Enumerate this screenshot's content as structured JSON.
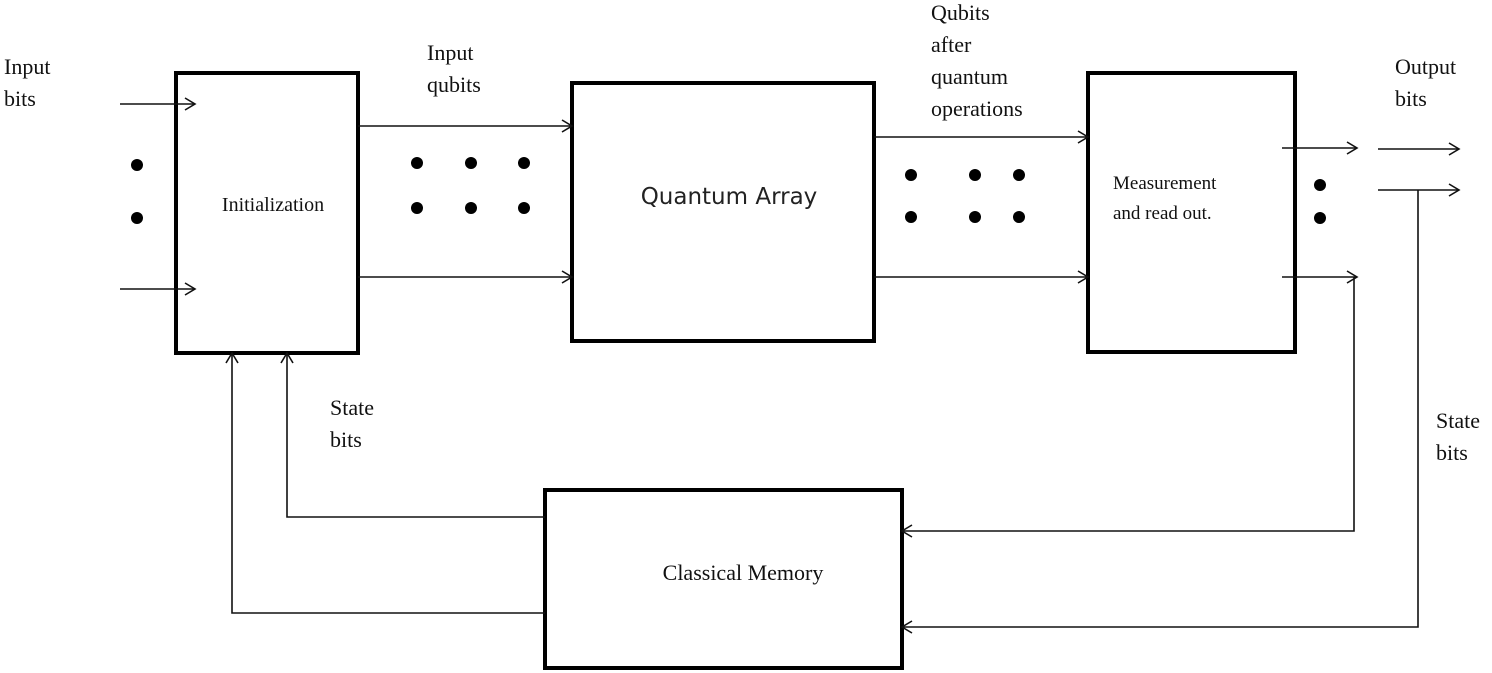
{
  "diagram": {
    "title": "Quantum computer block diagram",
    "blocks": {
      "initialization": "Initialization",
      "quantum_array": "Quantum Array",
      "measurement": [
        "Measurement",
        "and read out."
      ],
      "classical_memory": "Classical Memory"
    },
    "labels": {
      "input_bits": [
        "Input",
        "bits"
      ],
      "input_qubits": [
        "Input",
        "qubits"
      ],
      "qubits_after": [
        "Qubits",
        "after",
        "quantum",
        "operations"
      ],
      "output_bits": [
        "Output",
        "bits"
      ],
      "state_bits_left": [
        "State",
        "bits"
      ],
      "state_bits_right": [
        "State",
        "bits"
      ]
    },
    "connections": [
      {
        "from": "Input bits",
        "to": "Initialization"
      },
      {
        "from": "Initialization",
        "to": "Quantum Array",
        "label": "Input qubits"
      },
      {
        "from": "Quantum Array",
        "to": "Measurement and read out.",
        "label": "Qubits after quantum operations"
      },
      {
        "from": "Measurement and read out.",
        "to": "Output bits"
      },
      {
        "from": "Measurement and read out.",
        "to": "Classical Memory",
        "label": "State bits"
      },
      {
        "from": "Output bits",
        "to": "Classical Memory",
        "label": "State bits"
      },
      {
        "from": "Classical Memory",
        "to": "Initialization",
        "label": "State bits"
      }
    ]
  }
}
